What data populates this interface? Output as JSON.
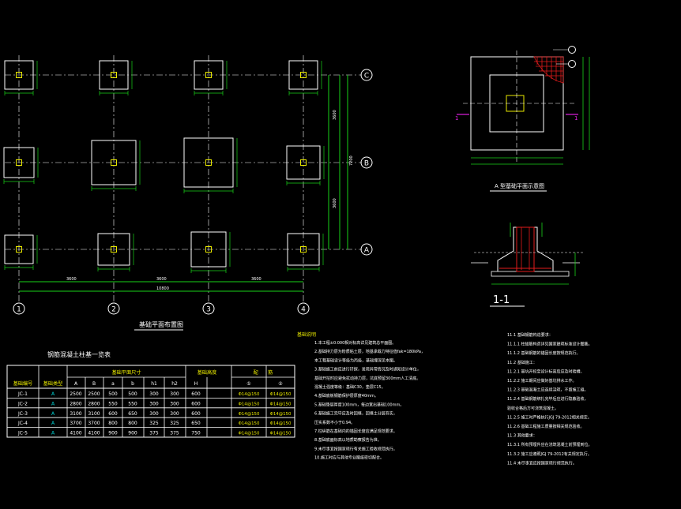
{
  "grid": {
    "axes_x": [
      "1",
      "2",
      "3",
      "4"
    ],
    "axes_y": [
      "C",
      "B",
      "A"
    ],
    "dim_bottom": [
      "3600",
      "3600",
      "3600"
    ],
    "dim_bottom_total": "10800",
    "dim_right": [
      "3600",
      "3600"
    ],
    "dim_right_total": "7200"
  },
  "plan_title": "基础平面布置图",
  "detail_title": "A 型基础平面示意图",
  "section_title": "1-1",
  "section_mark": "1",
  "table": {
    "title": "钢筋混凝土柱基一览表",
    "head_top": [
      "基础编号",
      "基础类型",
      "基础平面尺寸",
      "基础高度",
      "配　　筋"
    ],
    "head_sub": [
      "A",
      "B",
      "a",
      "b",
      "h1",
      "h2",
      "H",
      "①",
      "②"
    ],
    "rows": [
      [
        "JC-1",
        "A",
        "2500",
        "2500",
        "500",
        "500",
        "300",
        "300",
        "600",
        "Φ14@150",
        "Φ14@150"
      ],
      [
        "JC-2",
        "A",
        "2800",
        "2800",
        "550",
        "550",
        "300",
        "300",
        "600",
        "Φ14@150",
        "Φ14@150"
      ],
      [
        "JC-3",
        "A",
        "3100",
        "3100",
        "600",
        "650",
        "300",
        "300",
        "600",
        "Φ14@150",
        "Φ14@150"
      ],
      [
        "JC-4",
        "A",
        "3700",
        "3700",
        "800",
        "800",
        "325",
        "325",
        "650",
        "Φ14@150",
        "Φ14@150"
      ],
      [
        "JC-5",
        "A",
        "4100",
        "4100",
        "900",
        "900",
        "375",
        "375",
        "750",
        "Φ14@150",
        "Φ14@150"
      ]
    ]
  },
  "notes_title": "基础说明",
  "notes_left": [
    "1.本工程±0.000相对标高详见建筑总平面图。",
    "2.基础持力层为粉质粘土层，地基承载力特征值fak=180kPa，",
    "  本工程基础设计等级为丙级，基础埋深见本图。",
    "3.基础施工前应进行钎探，发现异常情况及时通知设计单位，",
    "  基础开挖时应避免扰动持力层，坑底预留300mm人工清底。",
    "  混凝土强度等级：基础C30，垫层C15。",
    "4.基础底板钢筋保护层厚度40mm。",
    "5.基础垫层厚度100mm，每边宽出基础100mm。",
    "6.基础施工完毕应及时回填，回填土分层夯实，",
    "  压实系数不小于0.94。",
    "7.柱纵筋在基础内的锚固长度应满足规范要求。",
    "8.基础底面标高以地质勘察报告为准。",
    "9.未尽事宜按国家现行有关施工验收规范执行。",
    "10.施工时应与其他专业图纸密切配合。"
  ],
  "notes_right": [
    "11.1  基础钢筋构造要求：",
    "  11.1.1  柱插筋构造详见国家建筑标准设计图集。",
    "  11.1.2  基础钢筋的锚固长度按规范执行。",
    "11.2  基础施工：",
    "  11.2.1  基坑开挖至设计标高后应及时验槽。",
    "  11.2.2  施工期间应做好基坑排水工作。",
    "  11.2.3  基础混凝土应连续浇筑，不留施工缝。",
    "  11.2.4  基础钢筋绑扎完毕后应进行隐蔽验收，",
    "          验收合格后方可浇筑混凝土。",
    "  11.2.5  施工时严格执行JGJ 79-2012相关规定。",
    "  11.2.6  基础工程施工质量按相关规范验收。",
    "11.3  其他要求：",
    "  11.3.1  所有预埋件应在浇筑混凝土前预埋到位。",
    "  11.3.2  施工应遵照JGJ 79-2012有关规定执行。",
    "11.4  未尽事宜应按国家现行规范执行。"
  ],
  "colors": {
    "line": "#ffffff",
    "green": "#19d219",
    "yellow": "#e8e800",
    "cyan": "#00d8d8",
    "red": "#e21b1b",
    "magenta": "#e020e0"
  }
}
